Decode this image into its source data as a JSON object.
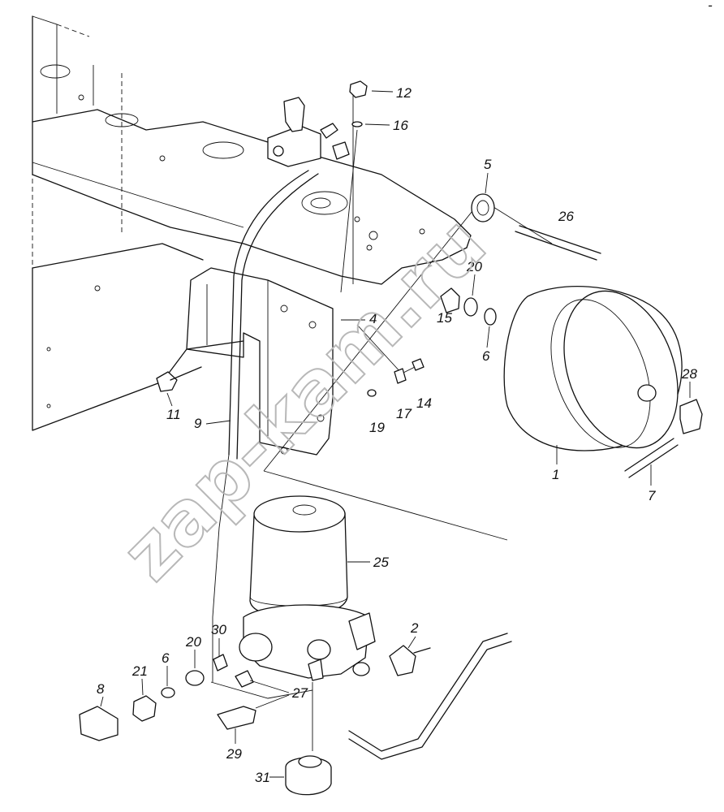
{
  "watermark": "zap-kam.ru",
  "corner_mark": "-",
  "callouts": {
    "c1": "1",
    "c2": "2",
    "c4": "4",
    "c5": "5",
    "c6a": "6",
    "c6b": "6",
    "c7": "7",
    "c8": "8",
    "c9": "9",
    "c11": "11",
    "c12": "12",
    "c14": "14",
    "c15": "15",
    "c16": "16",
    "c17": "17",
    "c19": "19",
    "c20a": "20",
    "c20b": "20",
    "c21": "21",
    "c25": "25",
    "c26": "26",
    "c27": "27",
    "c28": "28",
    "c29": "29",
    "c30": "30",
    "c31": "31"
  }
}
